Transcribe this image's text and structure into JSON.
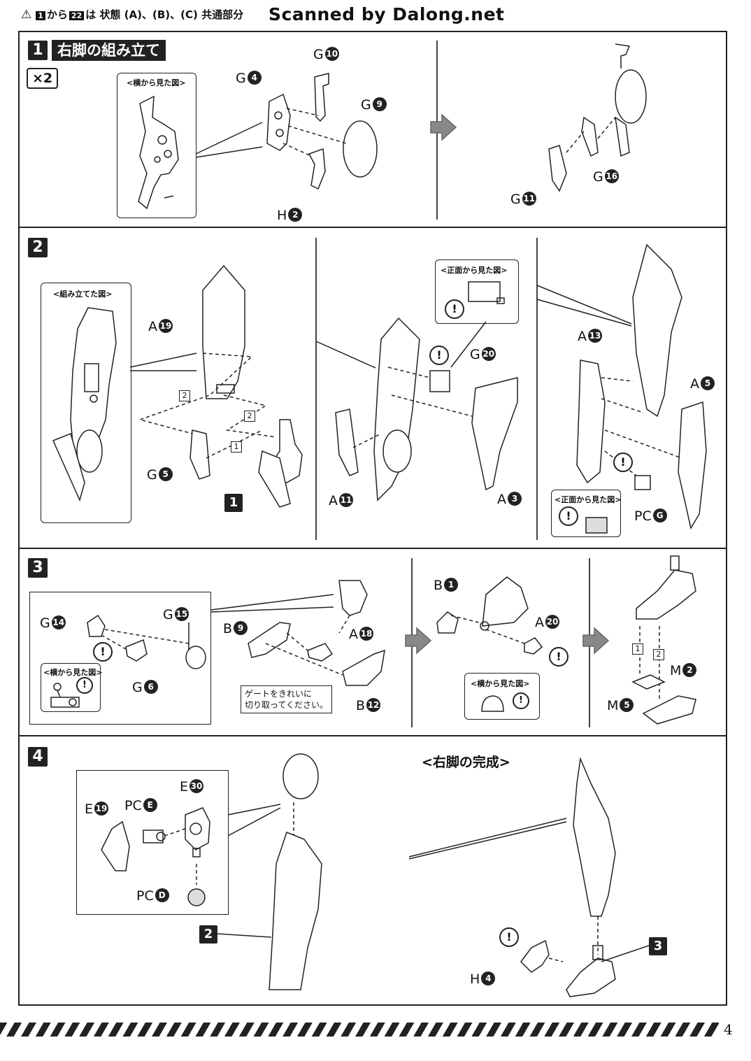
{
  "header": {
    "note_prefix": "から",
    "note_from": "1",
    "note_to": "22",
    "note_text": "は 状態 (A)、(B)、(C) 共通部分",
    "watermark": "Scanned by Dalong.net"
  },
  "steps": [
    {
      "number": "1",
      "title": "右脚の組み立て",
      "multiplier": "×2",
      "inset_label": "<横から見た図>",
      "parts": [
        {
          "runner": "G",
          "num": "10"
        },
        {
          "runner": "G",
          "num": "4"
        },
        {
          "runner": "G",
          "num": "9"
        },
        {
          "runner": "H",
          "num": "2"
        },
        {
          "runner": "G",
          "num": "16"
        },
        {
          "runner": "G",
          "num": "11"
        }
      ]
    },
    {
      "number": "2",
      "inset_labels": [
        "<組み立てた図>",
        "<正面から見た図>",
        "<正面から見た図>"
      ],
      "parts": [
        {
          "runner": "A",
          "num": "19"
        },
        {
          "runner": "G",
          "num": "5"
        },
        {
          "runner": "G",
          "num": "20"
        },
        {
          "runner": "A",
          "num": "11"
        },
        {
          "runner": "A",
          "num": "3"
        },
        {
          "runner": "A",
          "num": "13"
        },
        {
          "runner": "A",
          "num": "5"
        },
        {
          "runner": "PC",
          "num": "G"
        }
      ],
      "subnums": [
        "2",
        "2",
        "1"
      ],
      "ref": "1"
    },
    {
      "number": "3",
      "inset_labels": [
        "<横から見た図>",
        "<横から見た図>"
      ],
      "note": "ゲートをきれいに\n切り取ってください。",
      "parts": [
        {
          "runner": "G",
          "num": "14"
        },
        {
          "runner": "G",
          "num": "15"
        },
        {
          "runner": "G",
          "num": "6"
        },
        {
          "runner": "B",
          "num": "9"
        },
        {
          "runner": "A",
          "num": "18"
        },
        {
          "runner": "B",
          "num": "12"
        },
        {
          "runner": "B",
          "num": "1"
        },
        {
          "runner": "A",
          "num": "20"
        },
        {
          "runner": "M",
          "num": "2"
        },
        {
          "runner": "M",
          "num": "5"
        }
      ],
      "subnums": [
        "1",
        "2"
      ]
    },
    {
      "number": "4",
      "complete_label": "<右脚の完成>",
      "parts": [
        {
          "runner": "E",
          "num": "30"
        },
        {
          "runner": "E",
          "num": "19"
        },
        {
          "runner": "PC",
          "num": "E"
        },
        {
          "runner": "PC",
          "num": "D"
        },
        {
          "runner": "H",
          "num": "4"
        }
      ],
      "refs": [
        "2",
        "3"
      ]
    }
  ],
  "footer": {
    "page_number": "4"
  }
}
